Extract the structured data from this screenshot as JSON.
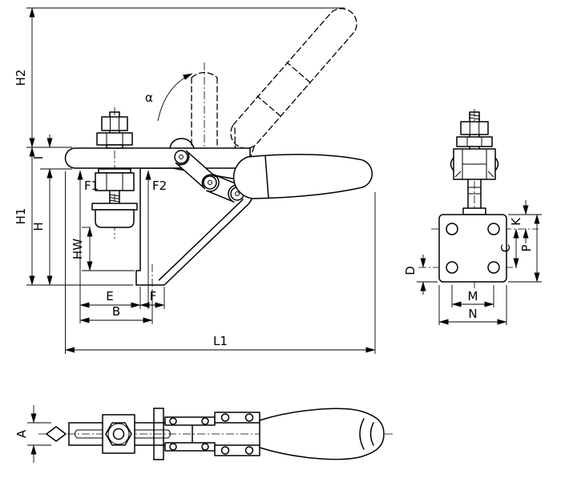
{
  "page": {
    "background": "#ffffff",
    "line_color": "#000000"
  },
  "drawing": {
    "side_view": {
      "dims": {
        "h2": "H2",
        "h1": "H1",
        "h": "H",
        "i": "I",
        "hw": "HW",
        "f1": "F1",
        "f2": "F2",
        "alpha": "α",
        "e": "E",
        "f": "F",
        "b": "B",
        "l1": "L1"
      }
    },
    "front_view": {
      "dims": {
        "d": "D",
        "k": "K",
        "c": "C",
        "p": "P",
        "m": "M",
        "n": "N"
      }
    },
    "top_view": {
      "dims": {
        "a": "A"
      }
    }
  }
}
